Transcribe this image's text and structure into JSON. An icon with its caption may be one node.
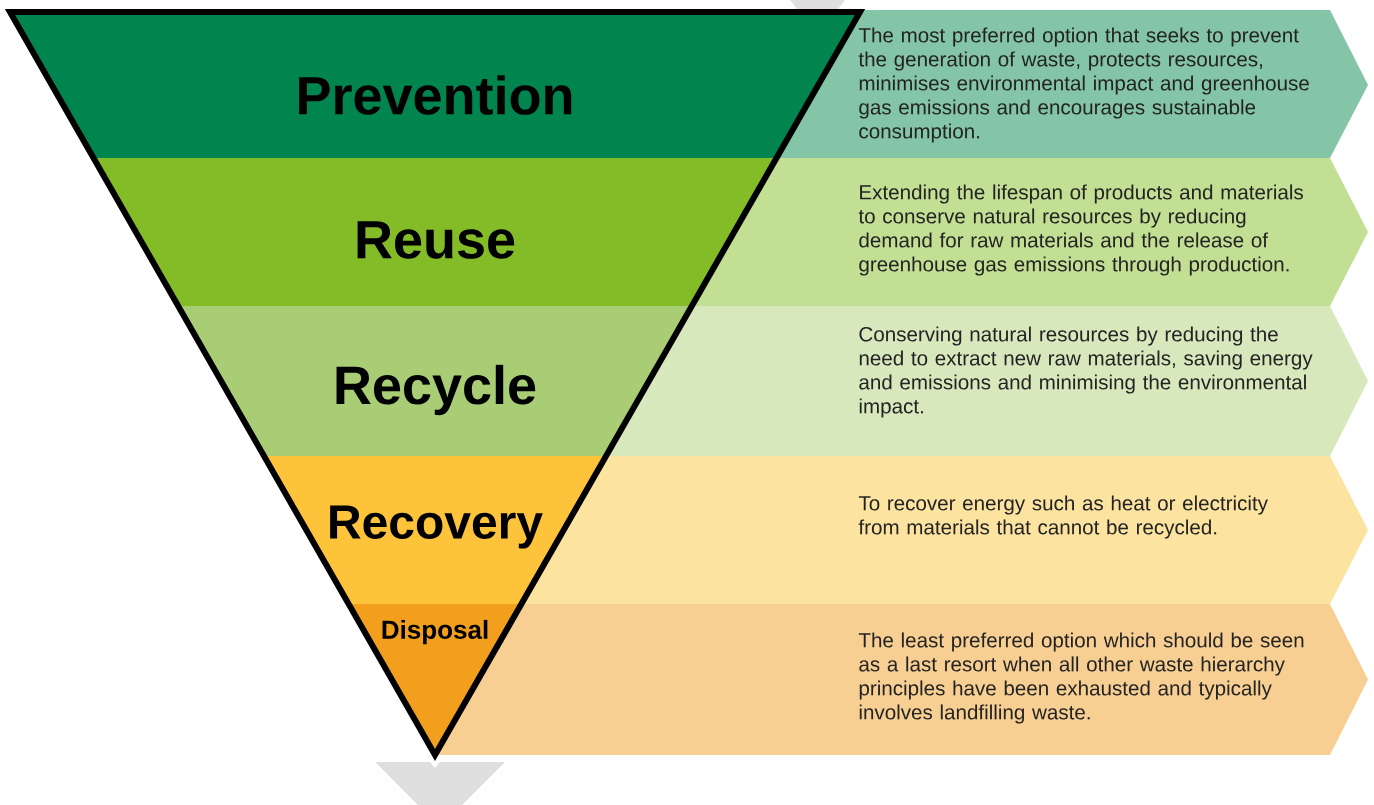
{
  "diagram": {
    "nodes": [
      {
        "text": [
          "Prevention"
        ]
      },
      {
        "text": [
          "The most preferred option that seeks to prevent the generation of waste, protects resources, minimises environmental impact and greenhouse gas emissions and encourages sustainable consumption."
        ]
      },
      {
        "text": [
          "Reuse"
        ]
      },
      {
        "text": [
          "Extending the lifespan of products and materials to conserve natural resources by reducing demand for raw materials and the release of greenhouse gas emissions through production."
        ]
      },
      {
        "text": [
          "Recycle"
        ]
      },
      {
        "text": [
          "Conserving natural resources by reducing the need to extract new raw materials, saving energy and emissions and minimising the environmental impact."
        ]
      },
      {
        "text": [
          "Recovery"
        ]
      },
      {
        "text": [
          "To recover energy such as heat or electricity from materials that cannot be recycled."
        ]
      },
      {
        "text": [
          "Disposal"
        ]
      },
      {
        "text": [
          "The least preferred option which should be seen as a last resort when all other waste hierarchy principles have been exhausted and typically involves landfilling waste."
        ]
      }
    ]
  }
}
